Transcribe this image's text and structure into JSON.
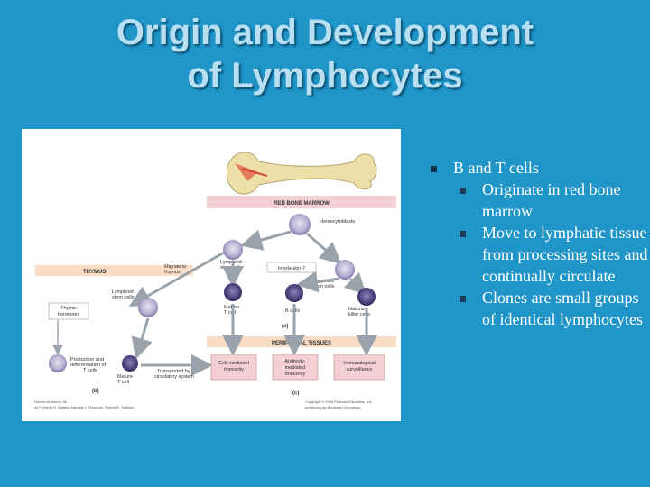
{
  "slide": {
    "title_line1": "Origin and Development",
    "title_line2": "of Lymphocytes"
  },
  "bullets": {
    "main": "B and T cells",
    "sub": [
      "Originate in red bone marrow",
      "Move to lymphatic tissue from processing sites and continually circulate",
      "Clones are small groups of identical lymphocytes"
    ]
  },
  "figure": {
    "red_bone_marrow": "RED BONE MARROW",
    "hemocytoblasts": "Hemocytoblasts",
    "thymus": "THYMUS",
    "migrate_1": "Migrate to",
    "migrate_2": "thymus",
    "lymphoid_stem_1": "Lymphoid",
    "lymphoid_stem_2": "stem cells",
    "interleukin": "Interleukin-7",
    "thymic_1": "Thymic",
    "thymic_2": "hormones",
    "mature_t_1": "Mature",
    "mature_t_2": "T cell",
    "b_cells": "B cells",
    "nk_1": "Natural",
    "nk_2": "killer cells",
    "label_a": "(a)",
    "label_b": "(b)",
    "label_c": "(c)",
    "peripheral": "PERIPHERAL TISSUES",
    "production_1": "Production and",
    "production_2": "differentiation of",
    "production_3": "T cells",
    "transported_1": "Transported by",
    "transported_2": "circulatory system",
    "cell_mediated_1": "Cell-mediated",
    "cell_mediated_2": "immunity",
    "antibody_1": "Antibody-",
    "antibody_2": "mediated",
    "antibody_3": "immunity",
    "surveil_1": "Immunological",
    "surveil_2": "surveillance",
    "credit_left_1": "Human Anatomy, 5e",
    "credit_left_2": "by Frederic H. Martini, Michael J. Timmons, Robert B. Tallitsch",
    "credit_right_1": "Copyright © 2006 Pearson Education, Inc.",
    "credit_right_2": "publishing as Benjamin Cummings"
  },
  "colors": {
    "background": "#1f95c8",
    "title": "#b8e0f2",
    "band_pink": "#f4cfd3",
    "band_peach": "#f8dcc4",
    "bone": "#ecdfa8"
  }
}
